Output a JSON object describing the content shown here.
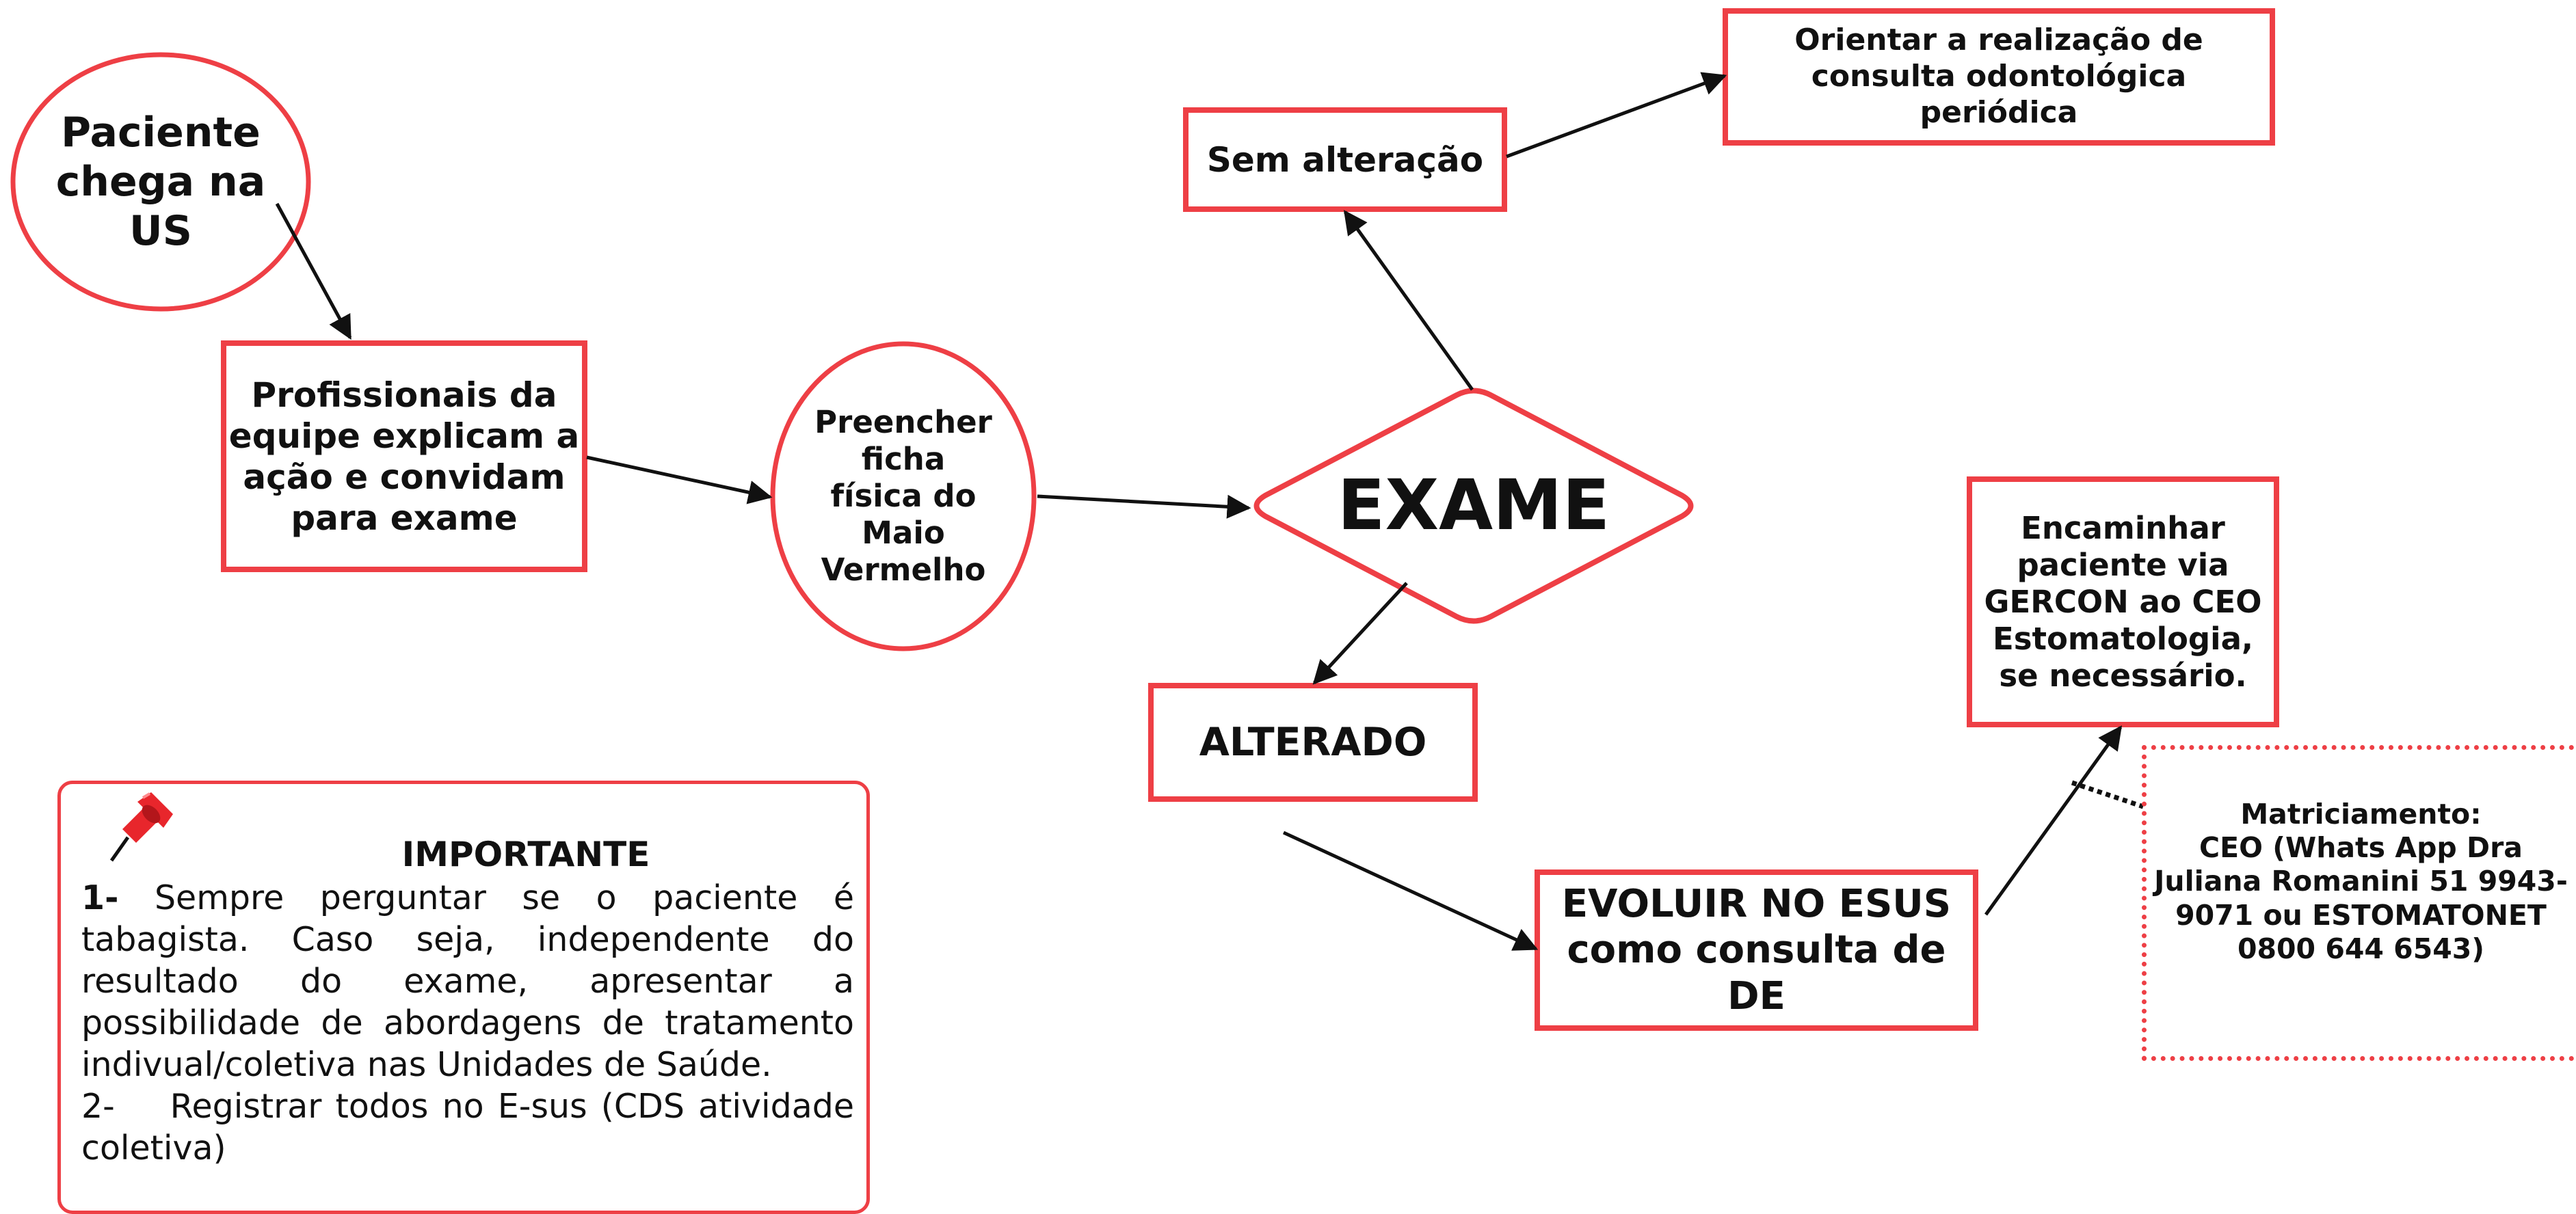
{
  "colors": {
    "accent": "#ee3f45",
    "line": "#111111",
    "text": "#111111"
  },
  "nodes": {
    "patient_arrives": "Paciente\nchega na\nUS",
    "professionals": "Profissionais da\nequipe explicam a\nação e convidam\npara exame",
    "fill_form": "Preencher\nficha\nfísica do\nMaio\nVermelho",
    "exam": "EXAME",
    "no_change": "Sem alteração",
    "periodic_consult": "Orientar a realização de\nconsulta odontológica periódica",
    "altered": "ALTERADO",
    "evolve_esus": "EVOLUIR NO ESUS\ncomo consulta de DE",
    "refer_gercon": "Encaminhar\npaciente via\nGERCON ao CEO\nEstomatologia,\nse necessário.",
    "matrix_support": "Matriciamento:\nCEO (Whats App Dra\nJuliana Romanini 51 9943-\n9071 ou ESTOMATONET\n0800 644 6543)"
  },
  "note": {
    "icon": "pushpin-icon",
    "title": "IMPORTANTE",
    "item1_number": "1-",
    "item1_text": " Sempre perguntar se o paciente é tabagista. Caso seja, independente do resultado do exame, apresentar a possibilidade de abordagens de tratamento indivual/coletiva nas Unidades de Saúde.",
    "item2_number": "2-",
    "item2_text": "Registrar todos no E-sus (CDS atividade coletiva)"
  }
}
